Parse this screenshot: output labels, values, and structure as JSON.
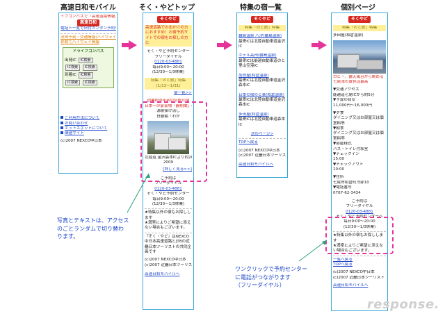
{
  "titles": [
    "高速日和モバイル",
    "そく・やどトップ",
    "特集の宿一覧",
    "個別ページ"
  ],
  "logo_text": "そくやど",
  "phone1": {
    "lines": [
      "イプコンパスで「高速道路情報」",
      "高速日和",
      "電話トー覧で日付カンタン予約！情報】のと分布)",
      "渋滞予測・交通情報(ハイウェイ情報トップ)・渋滞予測",
      "休暇でハイウェイ情報"
    ],
    "logo": "ドライブコンパス",
    "form_labels": [
      "出発IC",
      "到着IC"
    ],
    "btn": "IC検索",
    "links": [
      "ご利用方法について",
      "お問い合わせ",
      "ホットスポットについて",
      "関連サイト"
    ],
    "footer": "(c)2007 NEXCO中日本"
  },
  "phone2": {
    "intro": [
      "高速道路でお出かけの方におすすめ！お宿予約サイトでの宿をお探しの方に"
    ],
    "contact": [
      "そく・やど予約センター",
      "フリーダイヤル",
      "0120-03-4881",
      "毎日9:00〜20:00",
      "(12/30〜1/3休業)"
    ],
    "feature_title": [
      "特集「のと旅」特集",
      "(1/13〜1/31)"
    ],
    "list_link": "宿一覧>>",
    "feature_text": [
      "創業800年余の伝統の宿",
      "日本一の宴会場「鶴翔閣」の",
      "源泉掛け流し",
      "白銀閣「わか"
    ],
    "photo_caption": [
      "北陸道 金沢森本ICより約20分",
      "2009"
    ],
    "detail_link": "[詳しく見る>>]",
    "booking": [
      "ご予約は",
      "フリーダイヤル",
      "0120-03-4881",
      "そく・やど予約センター",
      "毎日9:00〜20:00",
      "(12/30〜1/3休業)"
    ],
    "notes": [
      "★特集以外の宿もお探しします",
      "★満室によりご希望に添えない場合もございます。"
    ],
    "about": [
      "『そく・やど』はNEXCO中日本高速道路とJTBの近畿日本ツーリストの共同企画です"
    ],
    "copyrights": [
      "(c)2007 NEXCO中日本",
      "(c)2007 近畿日本ツーリスト"
    ],
    "home": "高速日和モバイルへ"
  },
  "phone3": {
    "header": [
      "特集「のと旅」特集"
    ],
    "items": [
      {
        "name": "輪島温泉 八汐(輪島温泉)",
        "sub": "最寄ICは北陸自動車道金沢IC"
      },
      {
        "name": "ホテル高州(輪島温泉)",
        "sub": "最寄ICは能越自動車道のと里山空港IC"
      },
      {
        "name": "加賀屋(和倉温泉)",
        "sub": "最寄ICは北陸自動車道金沢森本IC"
      },
      {
        "name": "日本の宿のと楽(和倉温泉)",
        "sub": "最寄ICは北陸自動車道金沢森本IC"
      },
      {
        "name": "多田屋(和倉温泉)",
        "sub": "最寄ICは北陸自動車道森本IC"
      }
    ],
    "next_page": "次のページ>",
    "top": "TOPへ戻る",
    "copyrights": [
      "(c)2007 NEXCO中日本",
      "(c)2007 近畿日本ツーリスト"
    ],
    "home": "高速日和モバイルへ"
  },
  "phone4": {
    "header": [
      "特集「のと旅」特集"
    ],
    "hotel": "多田屋(和倉温泉)",
    "desc": [
      "ロビー、露天風呂から眺める",
      "七尾湾の景色は最高"
    ],
    "details": [
      "▼交通アクセス",
      "能越道七尾ICから約5分",
      "▼予算の目安",
      "11,000円〜16,000円",
      "",
      "▼夕食",
      "ダイニング又はお部屋又は個室料亭",
      "▼朝食",
      "ダイニング又はお部屋又は個室料亭",
      "▼部屋様式",
      "バス・トイレ付和室",
      "▼チェックイン",
      "15:00",
      "▼チェックアウト",
      "10:00",
      "",
      "▼住所",
      "七尾市和倉町ヨ部10",
      "▼電話番号",
      "0767-62-3434"
    ],
    "booking": [
      "ご予約は",
      "フリーダイヤル",
      "0120-03-4881",
      "そく・やど予約センターへ",
      "毎日9:00〜20:00",
      "(12/30〜1/3休業)"
    ],
    "notes": [
      "★特集以外の宿もお探しします",
      "★満室によりご希望に添えない場合もございます。"
    ],
    "links": [
      "一覧へ戻る",
      "TOPへ戻る"
    ],
    "copyrights": [
      "(c)2007 NEXCO中日本",
      "(c)2007 近畿日本ツーリスト"
    ],
    "home": "高速日和モバイルへ"
  },
  "callouts": {
    "left": [
      "写真とテキストは、アクセス",
      "のごとランダムで切り替わ",
      "ります。"
    ],
    "right": [
      "ワンクリックで予約センター",
      "に電話がつながります",
      "（フリーダイヤル）"
    ]
  },
  "watermark": "response.",
  "colors": {
    "frame": "#3aa6d8",
    "accent": "#e5339a",
    "link": "#1d46c9",
    "red": "#d6281f"
  }
}
